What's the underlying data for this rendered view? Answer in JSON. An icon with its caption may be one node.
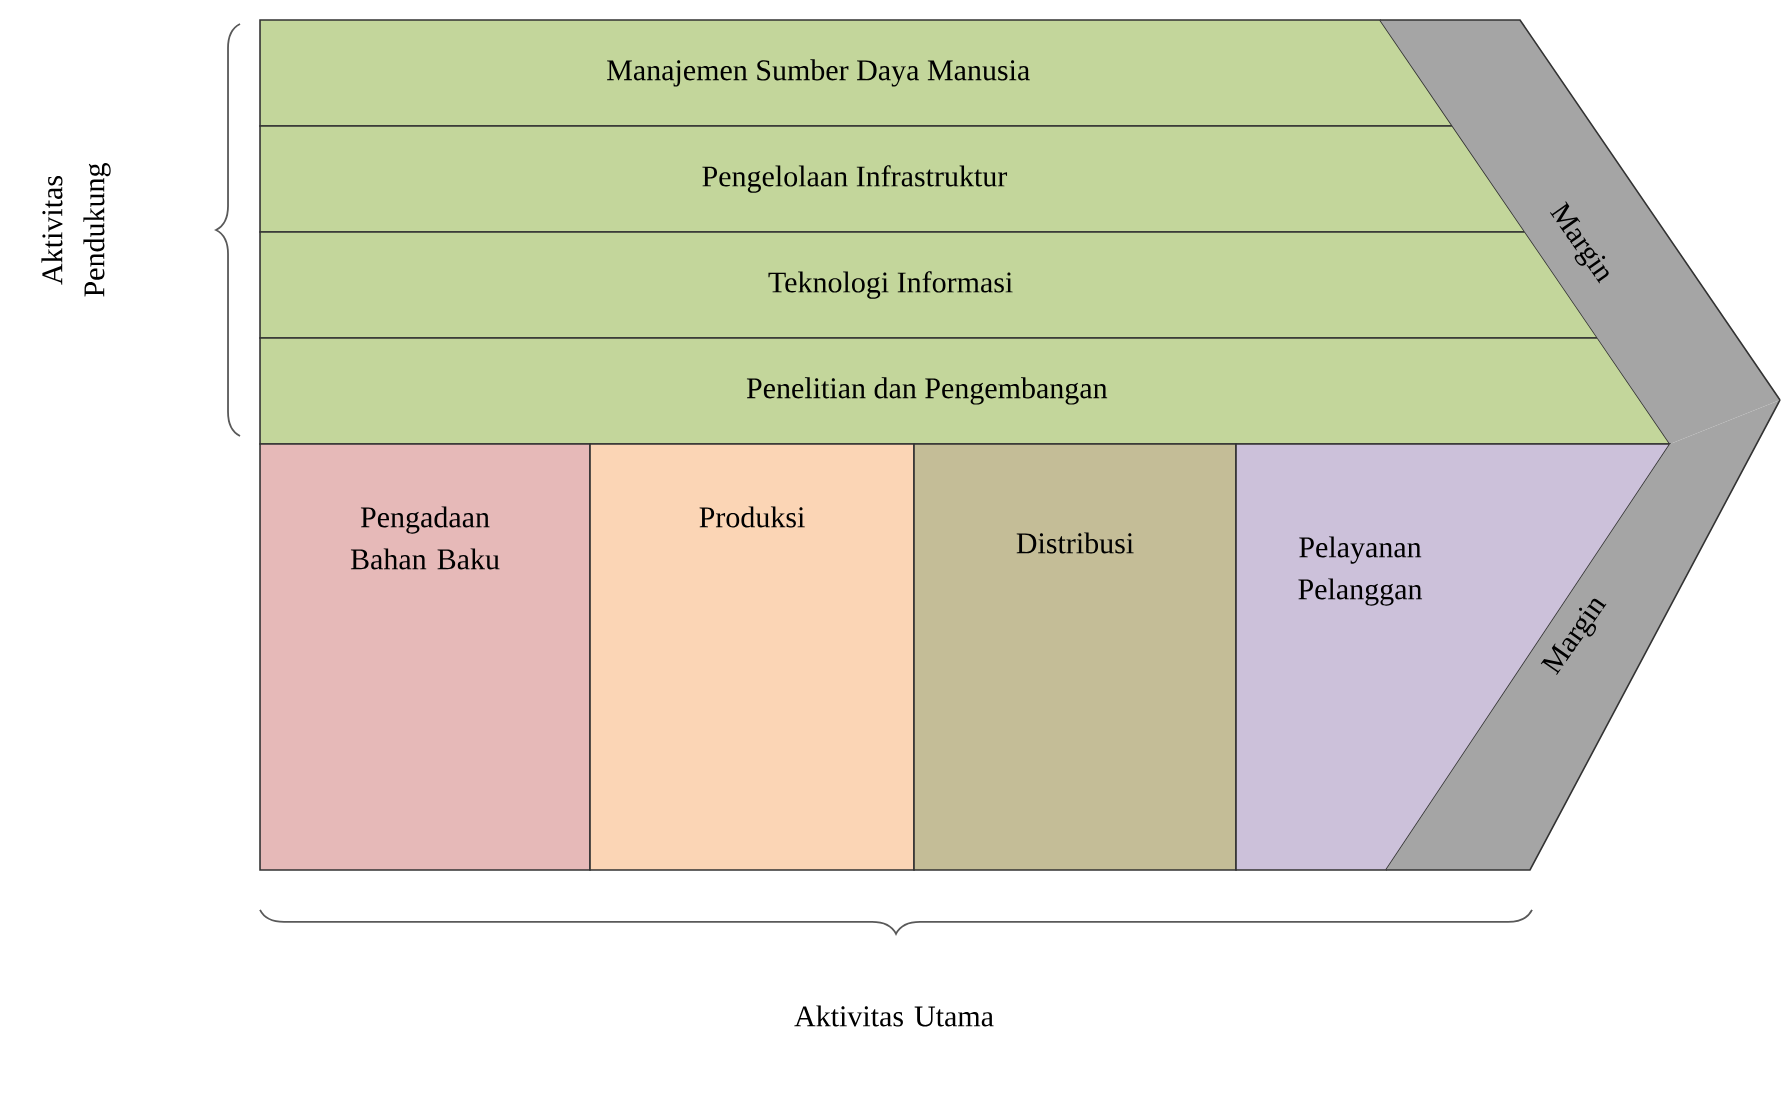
{
  "diagram": {
    "nodes": [
      {
        "text": [
          "Manajemen Sumber Daya Manusia"
        ]
      },
      {
        "text": [
          "Pengelolaan Infrastruktur"
        ]
      },
      {
        "text": [
          "Teknologi Informasi"
        ]
      },
      {
        "text": [
          "Penelitian dan Pengembangan"
        ]
      },
      {
        "text": [
          "Margin"
        ]
      },
      {
        "text": [
          "Pengadaan Bahan Baku"
        ]
      },
      {
        "text": [
          "Produksi"
        ]
      },
      {
        "text": [
          "Distribusi"
        ]
      },
      {
        "text": [
          "Pelayanan Pelanggan"
        ]
      },
      {
        "text": [
          "Margin"
        ]
      }
    ],
    "labels": [
      "Aktivitas Pendukung",
      "Aktivitas Utama"
    ]
  }
}
